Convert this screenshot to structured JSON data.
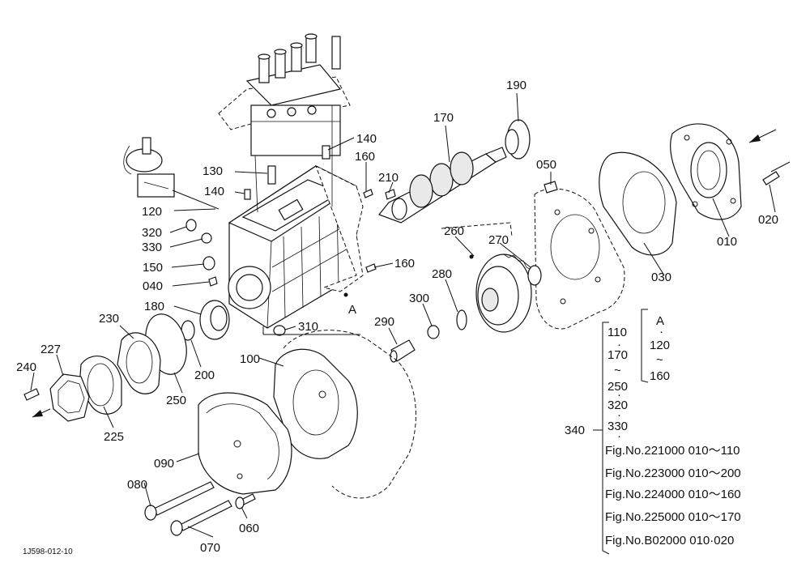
{
  "diagram": {
    "drawing_code": "1J598-012-10",
    "part_numbers": {
      "p190": "190",
      "p170": "170",
      "p140a": "140",
      "p160a": "160",
      "p130": "130",
      "p210": "210",
      "p050": "050",
      "p140b": "140",
      "p120": "120",
      "p320": "320",
      "p330": "330",
      "p260": "260",
      "p270": "270",
      "p030": "030",
      "p010": "010",
      "p020": "020",
      "p150": "150",
      "p160b": "160",
      "p280": "280",
      "p040": "040",
      "p300": "300",
      "pA": "A",
      "p180": "180",
      "p230": "230",
      "p310": "310",
      "p290": "290",
      "p227": "227",
      "p240": "240",
      "p100": "100",
      "p200": "200",
      "p250": "250",
      "p225": "225",
      "p090": "090",
      "p080": "080",
      "p060": "060",
      "p070": "070",
      "p340": "340"
    },
    "legend": {
      "inner_a": "A",
      "inner_120": "120",
      "inner_160": "160",
      "l110": "110",
      "l170": "170",
      "l250": "250",
      "l320": "320",
      "l330": "330",
      "tilde": "~",
      "dot": "·",
      "fig_refs": [
        "Fig.No.221000  010～110",
        "Fig.No.223000  010～200",
        "Fig.No.224000  010～160",
        "Fig.No.225000  010～170",
        "Fig.No.B02000  010·020"
      ]
    }
  }
}
